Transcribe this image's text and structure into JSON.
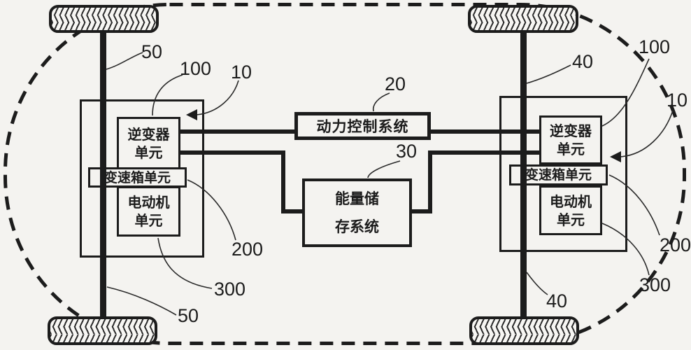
{
  "colors": {
    "ink": "#1c1c1c",
    "background": "#f4f3f0"
  },
  "power_control_box": {
    "label": "动力控制系统",
    "ref": "20"
  },
  "energy_storage_box": {
    "label_line1": "能量储",
    "label_line2": "存系统",
    "ref": "30"
  },
  "left_module": {
    "ref": "10",
    "inverter": {
      "label_line1": "逆变器",
      "label_line2": "单元",
      "ref": "100"
    },
    "gearbox": {
      "label": "变速箱单元",
      "ref": "200"
    },
    "motor": {
      "label_line1": "电动机",
      "label_line2": "单元",
      "ref": "300"
    },
    "axle_ref_front": "50",
    "axle_ref_rear": "50"
  },
  "right_module": {
    "ref": "10",
    "inverter": {
      "label_line1": "逆变器",
      "label_line2": "单元",
      "ref": "100"
    },
    "gearbox": {
      "label": "变速箱单元",
      "ref": "200"
    },
    "motor": {
      "label_line1": "电动机",
      "label_line2": "单元",
      "ref": "300"
    },
    "axle_ref_front": "40",
    "axle_ref_rear": "40"
  }
}
